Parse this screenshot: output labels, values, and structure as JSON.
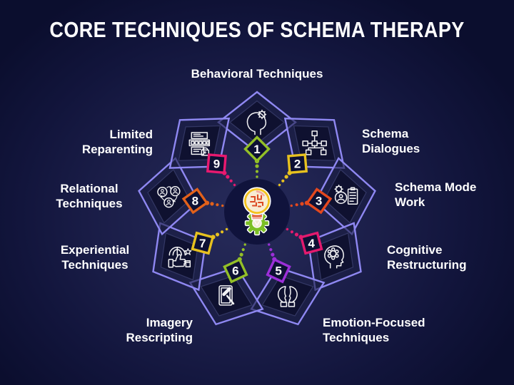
{
  "title": "CORE TECHNIQUES OF SCHEMA THERAPY",
  "center": {
    "icon": "brain-bulb-gear-icon"
  },
  "colors": {
    "background": "#1b1e49",
    "petal_outline": "#8f88f2",
    "label_text": "#ffffff",
    "center_circle": "#10133c",
    "gear_green": "#7bbf24",
    "bulb_yellow": "#f2c21e",
    "brain_red": "#dc4a24"
  },
  "petals": [
    {
      "number": "1",
      "label": "Behavioral Techniques",
      "color": "#93bf27",
      "icon": "head-gear-icon"
    },
    {
      "number": "2",
      "label": "Schema\nDialogues",
      "color": "#e7c11f",
      "icon": "schema-diagram-icon"
    },
    {
      "number": "3",
      "label": "Schema Mode\nWork",
      "color": "#e5481e",
      "icon": "head-gear-checklist-icon"
    },
    {
      "number": "4",
      "label": "Cognitive\nRestructuring",
      "color": "#e31a6e",
      "icon": "head-flower-icon"
    },
    {
      "number": "5",
      "label": "Emotion-Focused\nTechniques",
      "color": "#9c2fd8",
      "icon": "facing-heads-icon"
    },
    {
      "number": "6",
      "label": "Imagery\nRescripting",
      "color": "#93bf27",
      "icon": "frame-gavel-icon"
    },
    {
      "number": "7",
      "label": "Experiential\nTechniques",
      "color": "#e7c11f",
      "icon": "thumbs-up-globe-star-icon"
    },
    {
      "number": "8",
      "label": "Relational\nTechniques",
      "color": "#e2611a",
      "icon": "people-network-icon"
    },
    {
      "number": "9",
      "label": "Limited\nReparenting",
      "color": "#e8196f",
      "icon": "password-lock-document-icon"
    }
  ]
}
